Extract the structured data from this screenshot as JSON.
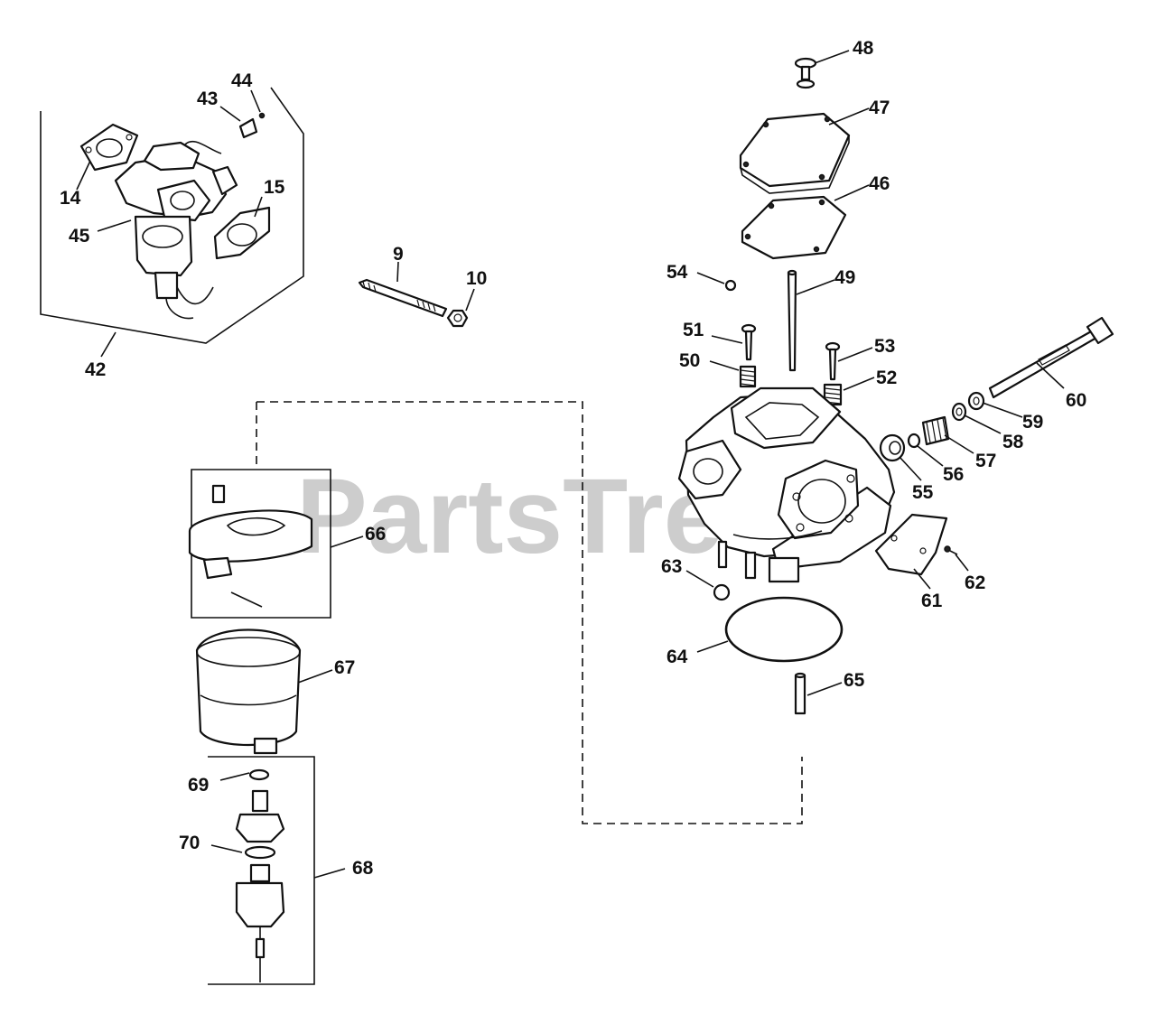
{
  "watermark": {
    "text": "PartsTree",
    "trademark": "™"
  },
  "callouts": [
    "14",
    "15",
    "42",
    "43",
    "44",
    "45",
    "9",
    "10",
    "48",
    "47",
    "46",
    "54",
    "49",
    "51",
    "50",
    "53",
    "52",
    "60",
    "59",
    "58",
    "57",
    "56",
    "55",
    "61",
    "62",
    "63",
    "64",
    "65",
    "66",
    "67",
    "68",
    "69",
    "70"
  ]
}
